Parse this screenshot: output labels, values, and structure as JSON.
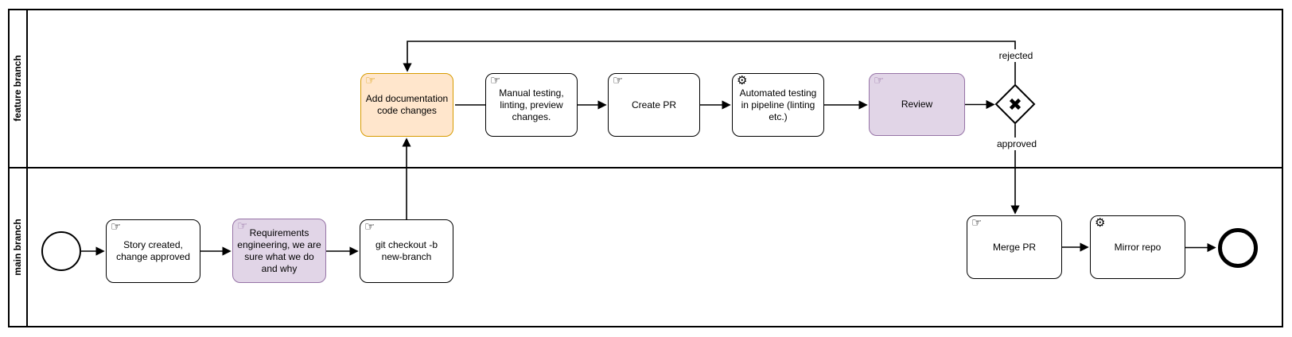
{
  "lanes": [
    {
      "name": "feature branch"
    },
    {
      "name": "main branch"
    }
  ],
  "tasks": {
    "add_documentation": "Add documentation code changes",
    "manual_testing": "Manual testing, linting, preview changes.",
    "create_pr": "Create PR",
    "automated_testing": "Automated testing in pipeline (linting etc.)",
    "review": "Review",
    "story_created": "Story created, change approved",
    "requirements": "Requirements engineering, we are sure what we do and why",
    "git_checkout": "git checkout -b new-branch",
    "merge_pr": "Merge PR",
    "mirror_repo": "Mirror repo"
  },
  "edge_labels": {
    "rejected": "rejected",
    "approved": "approved"
  },
  "icons": {
    "manual_task_glyph": "☞",
    "service_task_glyph": "⚙"
  },
  "colors": {
    "orange_fill": "#ffe6cc",
    "orange_stroke": "#d79b00",
    "purple_fill": "#e1d5e7",
    "purple_stroke": "#9673a6",
    "line": "#000000"
  }
}
